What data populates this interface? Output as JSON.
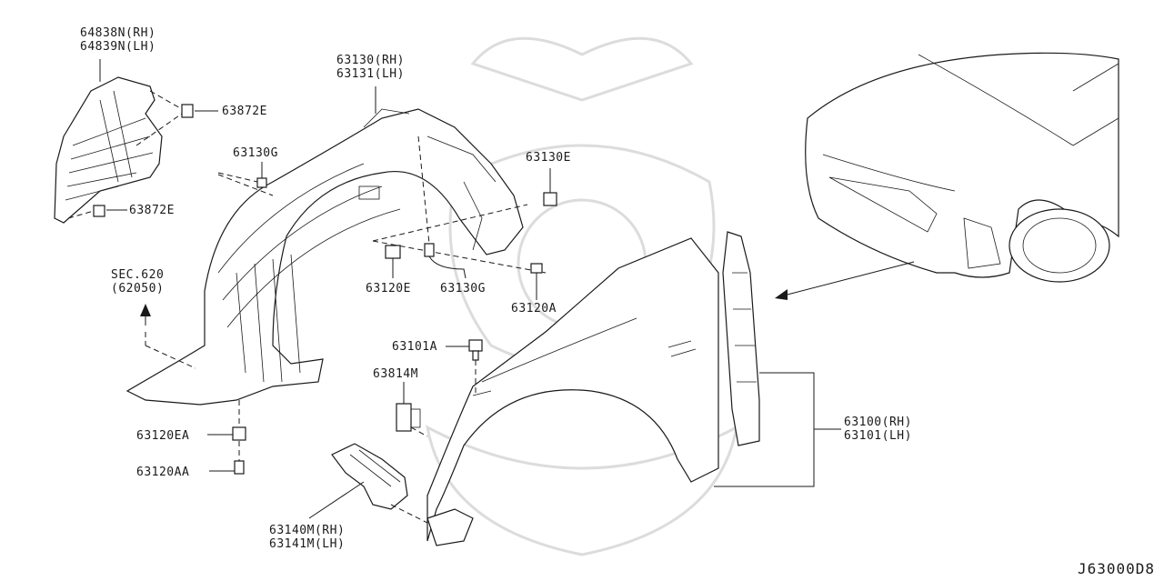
{
  "diagram": {
    "code": "J63000D8",
    "parts": [
      {
        "id": "p64838",
        "lines": [
          "64838N(RH)",
          "64839N(LH)"
        ]
      },
      {
        "id": "p63872a",
        "lines": [
          "63872E"
        ]
      },
      {
        "id": "p63872b",
        "lines": [
          "63872E"
        ]
      },
      {
        "id": "p63130g_top",
        "lines": [
          "63130G"
        ]
      },
      {
        "id": "p63130",
        "lines": [
          "63130(RH)",
          "63131(LH)"
        ]
      },
      {
        "id": "p63130e",
        "lines": [
          "63130E"
        ]
      },
      {
        "id": "psec620",
        "lines": [
          "SEC.620",
          "(62050)"
        ]
      },
      {
        "id": "p63120e",
        "lines": [
          "63120E"
        ]
      },
      {
        "id": "p63130g_bot",
        "lines": [
          "63130G"
        ]
      },
      {
        "id": "p63120a",
        "lines": [
          "63120A"
        ]
      },
      {
        "id": "p63101a",
        "lines": [
          "63101A"
        ]
      },
      {
        "id": "p63814m",
        "lines": [
          "63814M"
        ]
      },
      {
        "id": "p63120ea",
        "lines": [
          "63120EA"
        ]
      },
      {
        "id": "p63120aa",
        "lines": [
          "63120AA"
        ]
      },
      {
        "id": "p63100",
        "lines": [
          "63100(RH)",
          "63101(LH)"
        ]
      },
      {
        "id": "p63140m",
        "lines": [
          "63140M(RH)",
          "63141M(LH)"
        ]
      }
    ]
  }
}
